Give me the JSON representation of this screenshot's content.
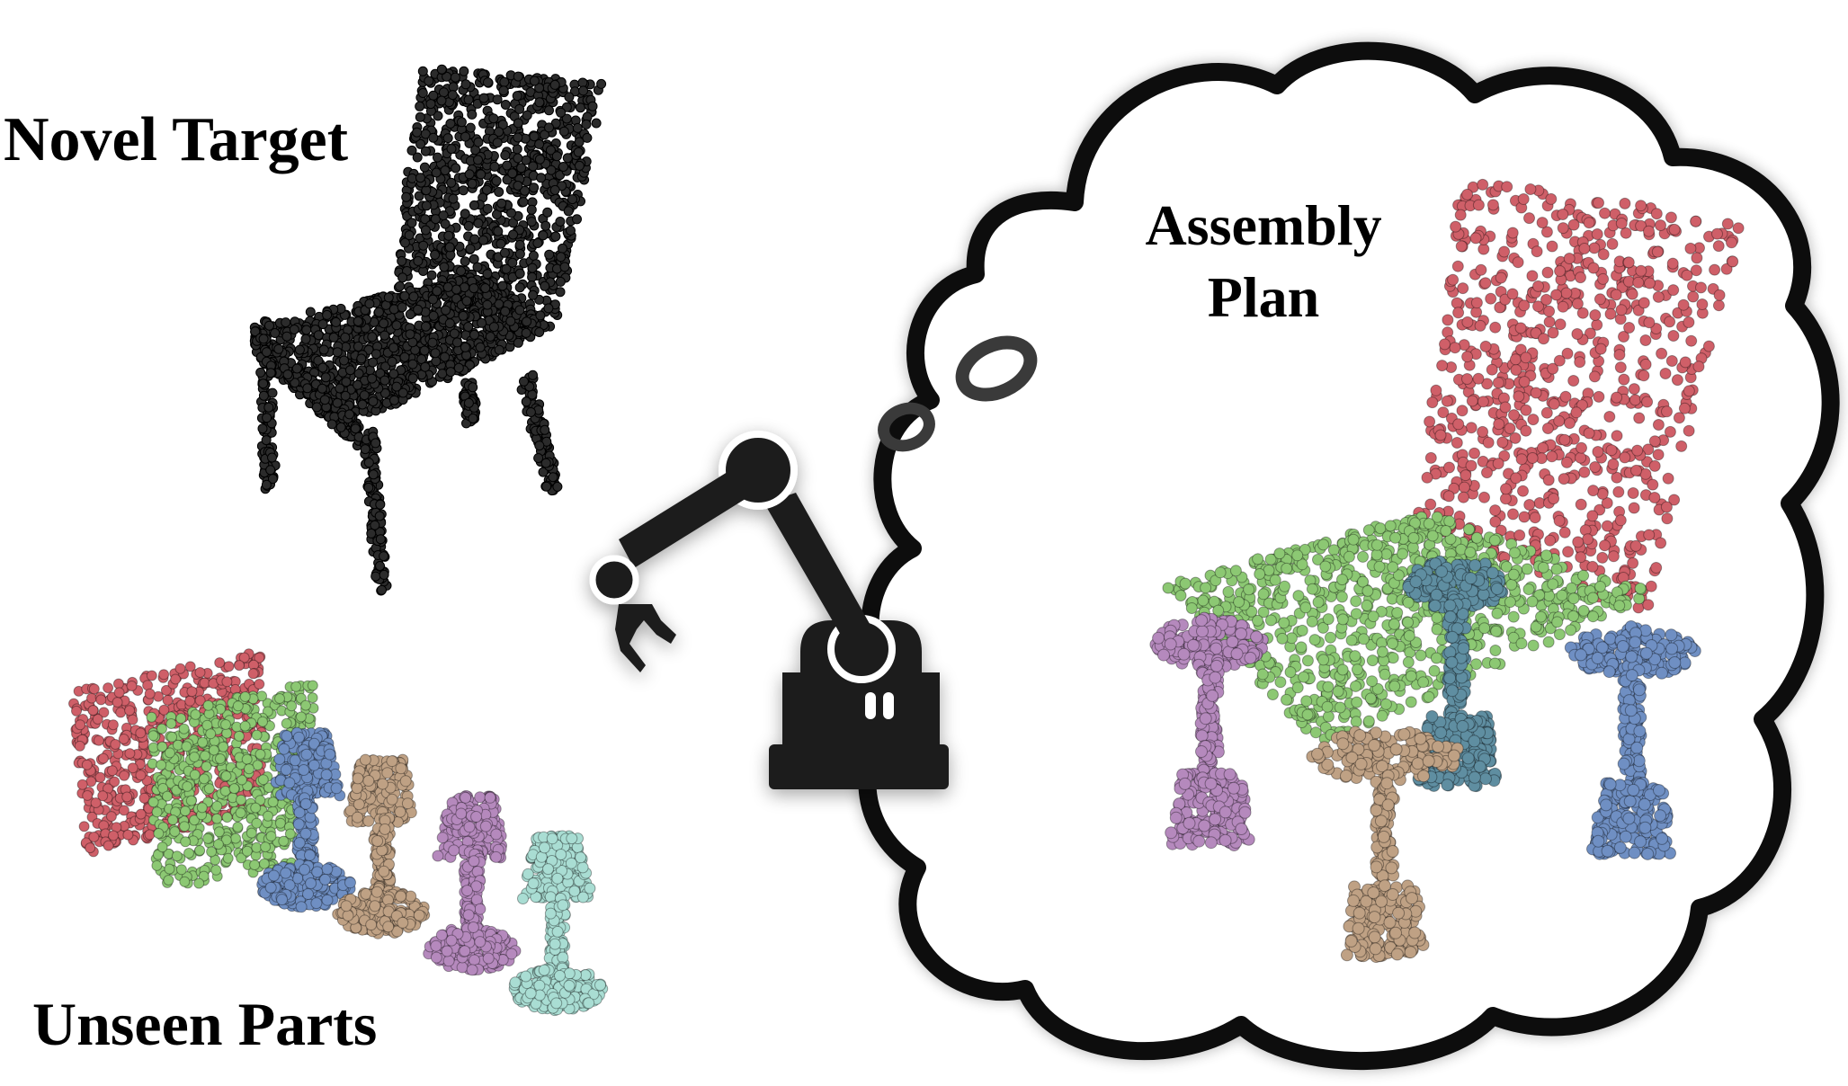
{
  "labels": {
    "novel_target": "Novel Target",
    "assembly_plan_line1": "Assembly",
    "assembly_plan_line2": "Plan",
    "unseen_parts": "Unseen Parts"
  },
  "icons": {
    "robot": "robot-arm-icon",
    "thought": "thought-bubble-icon"
  },
  "colors": {
    "target_points": "#2b2b2b",
    "backrest": "#cf5f68",
    "seat": "#8cc873",
    "leg_blue": "#6f8fc3",
    "leg_tan": "#bfa184",
    "leg_purple": "#b589bd",
    "leg_teal": "#a9ddd3",
    "leg_slate": "#5f8ea1",
    "robot": "#1f1f1f",
    "bubble_outline": "#0f0f0f"
  }
}
